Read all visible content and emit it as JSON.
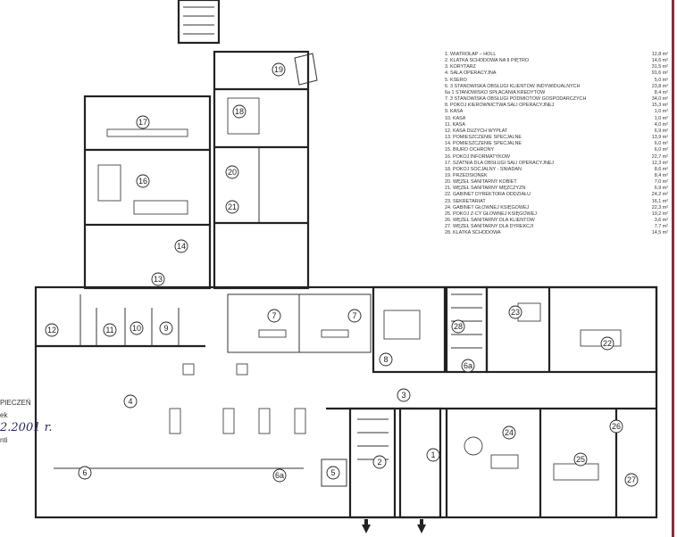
{
  "legend": [
    {
      "no": "1.",
      "name": "WIATROŁAP – HOLL",
      "area": "12,8 m²"
    },
    {
      "no": "2.",
      "name": "KLATKA SCHODOWA NA II PIĘTRO",
      "area": "14,6 m²"
    },
    {
      "no": "3.",
      "name": "KORYTARZ",
      "area": "31,5 m²"
    },
    {
      "no": "4.",
      "name": "SALA OPERACYJNA",
      "area": "91,6 m²"
    },
    {
      "no": "5.",
      "name": "KSERO",
      "area": "5,0 m²"
    },
    {
      "no": "6.",
      "name": "3 STANOWISKA OBSŁUGI KLIENTÓW INDYWIDUALNYCH",
      "area": "23,8 m²"
    },
    {
      "no": "6a",
      "name": "1 STANOWISKO SPŁACANIA KREDYTÓW",
      "area": "8,4 m²"
    },
    {
      "no": "7.",
      "name": "3 STANOWISKA OBSŁUGI PODMIOTÓW GOSPODARCZYCH",
      "area": "34,0 m²"
    },
    {
      "no": "8.",
      "name": "POKÓJ KIEROWNICTWA SALI OPERACYJNEJ",
      "area": "15,3 m²"
    },
    {
      "no": "9.",
      "name": "KASA",
      "area": "1,0 m²"
    },
    {
      "no": "10.",
      "name": "KASA",
      "area": "1,0 m²"
    },
    {
      "no": "11.",
      "name": "KASA",
      "area": "4,0 m²"
    },
    {
      "no": "12.",
      "name": "KASA DUŻYCH WYPŁAT",
      "area": "6,9 m²"
    },
    {
      "no": "13.",
      "name": "POMIESZCZENIE SPECJALNE",
      "area": "13,9 m²"
    },
    {
      "no": "14.",
      "name": "POMIESZCZENIE SPECJALNE",
      "area": "6,0 m²"
    },
    {
      "no": "15.",
      "name": "BIURO OCHRONY",
      "area": "6,0 m²"
    },
    {
      "no": "16.",
      "name": "POKÓJ INFORMATYKÓW",
      "area": "22,7 m²"
    },
    {
      "no": "17.",
      "name": "SZATNIA DLA OBSŁUGI SALI OPERACYJNEJ",
      "area": "12,3 m²"
    },
    {
      "no": "18.",
      "name": "POKÓJ SOCJALNY - ŚNIADAŃ",
      "area": "8,6 m²"
    },
    {
      "no": "19.",
      "name": "PRZEDSIONEK",
      "area": "8,4 m²"
    },
    {
      "no": "20.",
      "name": "WĘZEŁ SANITARNY KOBIET",
      "area": "7,0 m²"
    },
    {
      "no": "21.",
      "name": "WĘZEŁ SANITARNY MĘŻCZYZN",
      "area": "6,9 m²"
    },
    {
      "no": "22.",
      "name": "GABINET DYREKTORA ODDZIAŁU",
      "area": "24,2 m²"
    },
    {
      "no": "23.",
      "name": "SEKRETARIAT",
      "area": "16,1 m²"
    },
    {
      "no": "24.",
      "name": "GABINET GŁÓWNEJ KSIĘGOWEJ",
      "area": "22,3 m²"
    },
    {
      "no": "25.",
      "name": "POKÓJ Z-CY GŁÓWNEJ KSIĘGOWEJ",
      "area": "19,2 m²"
    },
    {
      "no": "26.",
      "name": "WĘZEŁ SANITARNY DLA KLIENTÓW",
      "area": "3,6 m²"
    },
    {
      "no": "27.",
      "name": "WĘZEŁ SANITARNY DLA DYREKCJI",
      "area": "7,7 m²"
    },
    {
      "no": "28.",
      "name": "KLATKA SCHODOWA",
      "area": "14,5 m²"
    }
  ],
  "room_labels": [
    "19",
    "17",
    "18",
    "16",
    "20",
    "21",
    "14",
    "13",
    "12",
    "11",
    "10",
    "9",
    "7",
    "7",
    "8",
    "28",
    "6a",
    "23",
    "22",
    "3",
    "4",
    "2",
    "1",
    "24",
    "25",
    "27",
    "5",
    "6",
    "6a",
    "26"
  ],
  "stamp": {
    "line1": "PIECZEŃ",
    "line2": "ek",
    "date": "2.2001 r.",
    "line4": "nti"
  }
}
